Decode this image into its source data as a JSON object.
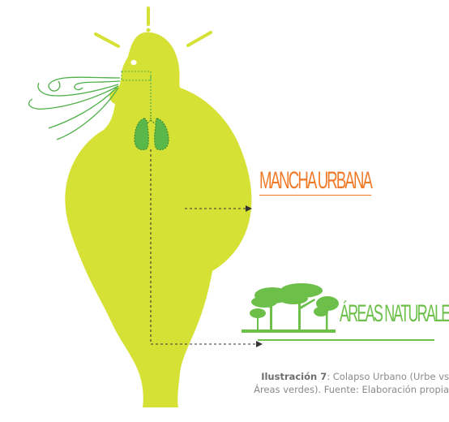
{
  "labels": {
    "urban": "MANCHA URBANA",
    "natural": "ÁREAS NATURALES"
  },
  "caption": {
    "bold": "Ilustración 7",
    "rest": ": Colapso Urbano (Urbe vs",
    "line2": "Áreas verdes). Fuente: Elaboración propia"
  },
  "alert_symbol": "!",
  "colors": {
    "body": "#d6e135",
    "urban": "#f07a28",
    "natural": "#6cc04a",
    "lungs": "#5ab84a",
    "breath": "#4fb04a",
    "arrow": "#333333"
  },
  "icons": {
    "figure": "obese-figure-icon",
    "lungs": "lungs-icon",
    "breath": "wind-breath-icon",
    "trees": "trees-icon",
    "alert": "exclamation-icon"
  }
}
